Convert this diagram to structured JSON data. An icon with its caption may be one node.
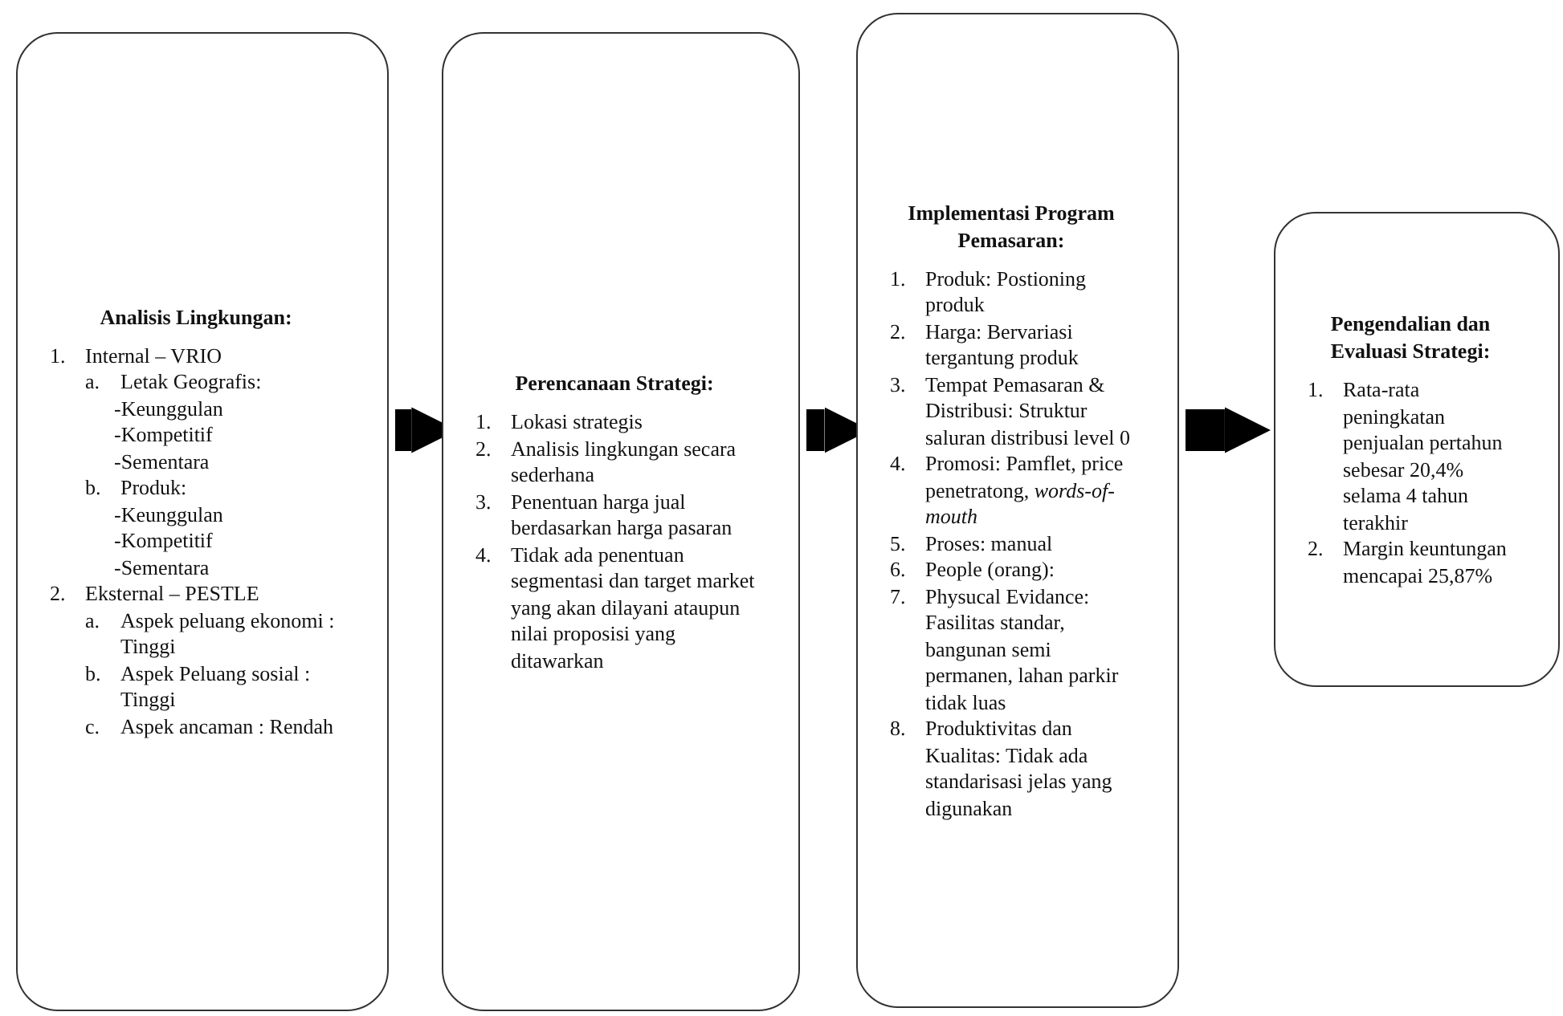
{
  "diagram": {
    "nodes": [
      {
        "text": [
          "Analisis Lingkungan:",
          "1. Internal – VRIO",
          "a. Letak Geografis:",
          "-Keunggulan",
          "-Kompetitif",
          "-Sementara",
          "b. Produk:",
          "-Keunggulan",
          "-Kompetitif",
          "-Sementara",
          "2. Eksternal – PESTLE",
          "a. Aspek peluang ekonomi : Tinggi",
          "b. Aspek Peluang sosial : Tinggi",
          "c. Aspek ancaman : Rendah"
        ]
      },
      {
        "text": [
          "Perencanaan Strategi:",
          "1. Lokasi strategis",
          "2. Analisis lingkungan secara sederhana",
          "3. Penentuan harga jual berdasarkan harga pasaran",
          "4. Tidak ada penentuan segmentasi dan target market yang akan dilayani ataupun nilai proposisi yang ditawarkan"
        ]
      },
      {
        "text": [
          "Implementasi Program Pemasaran:",
          "1. Produk: Postioning produk",
          "2. Harga: Bervariasi tergantung produk",
          "3. Tempat Pemasaran & Distribusi: Struktur saluran distribusi level 0",
          "4. Promosi: Pamflet, price penetratong, *words-of-mouth*",
          "5. Proses: manual",
          "6. People (orang):",
          "7. Physucal Evidance: Fasilitas standar, bangunan semi permanen, lahan parkir tidak luas",
          "8. Produktivitas dan Kualitas: Tidak ada standarisasi jelas yang digunakan"
        ]
      },
      {
        "text": [
          "Pengendalian dan Evaluasi Strategi:",
          "1. Rata-rata peningkatan penjualan pertahun sebesar 20,4% selama 4 tahun terakhir",
          "2. Margin keuntungan mencapai 25,87%"
        ]
      }
    ],
    "edges": [
      {
        "from": 0,
        "to": 1,
        "arrow": "to"
      },
      {
        "from": 1,
        "to": 2,
        "arrow": "to"
      },
      {
        "from": 2,
        "to": 3,
        "arrow": "to"
      }
    ]
  }
}
